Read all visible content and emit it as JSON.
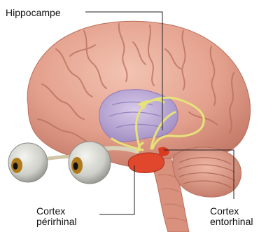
{
  "labels": {
    "hippocampus": "Hippocampe",
    "perirhinal_line1": "Cortex",
    "perirhinal_line2": "périrhinal",
    "entorhinal_line1": "Cortex",
    "entorhinal_line2": "entorhinal"
  },
  "colors": {
    "background": "#ffffff",
    "brain": "#e7a693",
    "brain_shadow": "#c47a68",
    "sulci": "#b86e5c",
    "hippocampus": "#b9a8d8",
    "pathways": "#e6e27a",
    "perirhinal_cortex": "#e0472c",
    "eyeball": "#d9d9d4",
    "iris": "#b07a1a",
    "leader_line": "#222222"
  },
  "icons": {
    "brain": "brain-illustration",
    "eyes": "eyeball-illustration"
  }
}
